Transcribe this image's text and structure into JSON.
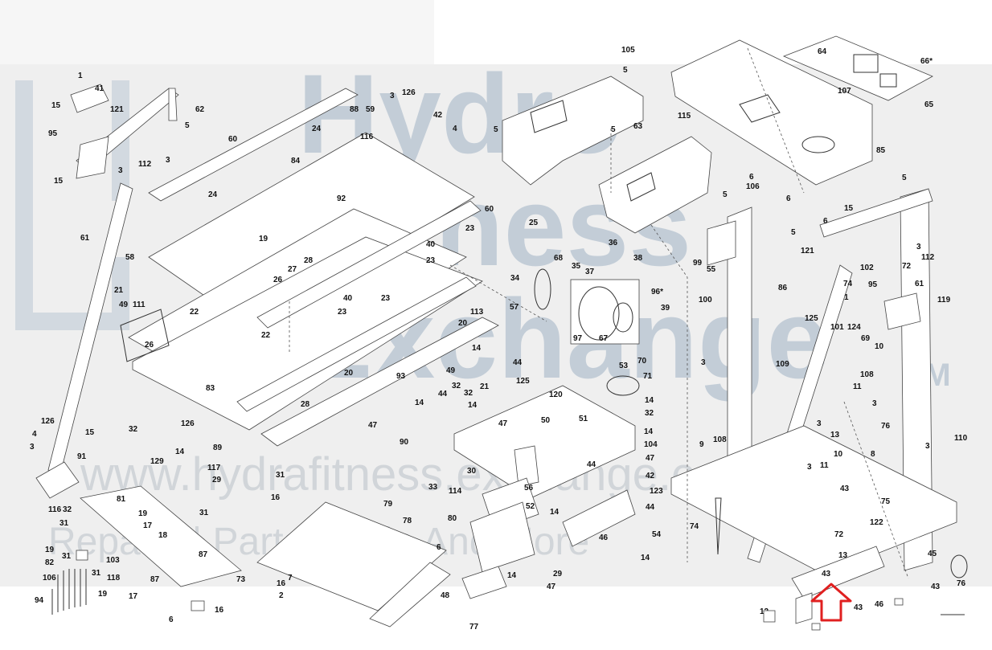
{
  "watermark": {
    "brand_line1": "Hydro",
    "brand_line2": "Fitness",
    "brand_line3": "Exchange",
    "trademark": "TM",
    "url": "www.hydrafitness.exchange.com",
    "tagline": "Repairs | Parts | Help And More"
  },
  "callout_arrow_color": "#e02020",
  "part_labels": [
    {
      "id": "p1a",
      "text": "1"
    },
    {
      "id": "p15a",
      "text": "15"
    },
    {
      "id": "p41",
      "text": "41"
    },
    {
      "id": "p121a",
      "text": "121"
    },
    {
      "id": "p62",
      "text": "62"
    },
    {
      "id": "p5a",
      "text": "5"
    },
    {
      "id": "p95a",
      "text": "95"
    },
    {
      "id": "p15b",
      "text": "15"
    },
    {
      "id": "p112a",
      "text": "112"
    },
    {
      "id": "p3a",
      "text": "3"
    },
    {
      "id": "p3b",
      "text": "3"
    },
    {
      "id": "p60a",
      "text": "60"
    },
    {
      "id": "p84",
      "text": "84"
    },
    {
      "id": "p24a",
      "text": "24"
    },
    {
      "id": "p24b",
      "text": "24"
    },
    {
      "id": "p88",
      "text": "88"
    },
    {
      "id": "p59",
      "text": "59"
    },
    {
      "id": "p116a",
      "text": "116"
    },
    {
      "id": "p3c",
      "text": "3"
    },
    {
      "id": "p126a",
      "text": "126"
    },
    {
      "id": "p42a",
      "text": "42"
    },
    {
      "id": "p4a",
      "text": "4"
    },
    {
      "id": "p105",
      "text": "105"
    },
    {
      "id": "p5b",
      "text": "5"
    },
    {
      "id": "p5c",
      "text": "5"
    },
    {
      "id": "p5d",
      "text": "5"
    },
    {
      "id": "p63",
      "text": "63"
    },
    {
      "id": "p115",
      "text": "115"
    },
    {
      "id": "p64",
      "text": "64"
    },
    {
      "id": "p107",
      "text": "107"
    },
    {
      "id": "p66",
      "text": "66*"
    },
    {
      "id": "p65",
      "text": "65"
    },
    {
      "id": "p85",
      "text": "85"
    },
    {
      "id": "p6a",
      "text": "6"
    },
    {
      "id": "p106a",
      "text": "106"
    },
    {
      "id": "p6b",
      "text": "6"
    },
    {
      "id": "p6c",
      "text": "6"
    },
    {
      "id": "p5e",
      "text": "5"
    },
    {
      "id": "p92",
      "text": "92"
    },
    {
      "id": "p60b",
      "text": "60"
    },
    {
      "id": "p25",
      "text": "25"
    },
    {
      "id": "p23a",
      "text": "23"
    },
    {
      "id": "p40a",
      "text": "40"
    },
    {
      "id": "p23b",
      "text": "23"
    },
    {
      "id": "p68",
      "text": "68"
    },
    {
      "id": "p35",
      "text": "35"
    },
    {
      "id": "p36",
      "text": "36"
    },
    {
      "id": "p37",
      "text": "37"
    },
    {
      "id": "p38",
      "text": "38"
    },
    {
      "id": "p96",
      "text": "96*"
    },
    {
      "id": "p39",
      "text": "39"
    },
    {
      "id": "p97",
      "text": "97"
    },
    {
      "id": "p67",
      "text": "67"
    },
    {
      "id": "p19a",
      "text": "19"
    },
    {
      "id": "p28a",
      "text": "28"
    },
    {
      "id": "p27",
      "text": "27"
    },
    {
      "id": "p26",
      "text": "26"
    },
    {
      "id": "p58",
      "text": "58"
    },
    {
      "id": "p61a",
      "text": "61"
    },
    {
      "id": "p21a",
      "text": "21"
    },
    {
      "id": "p49a",
      "text": "49"
    },
    {
      "id": "p111",
      "text": "111"
    },
    {
      "id": "p22a",
      "text": "22"
    },
    {
      "id": "p40b",
      "text": "40"
    },
    {
      "id": "p23c",
      "text": "23"
    },
    {
      "id": "p23d",
      "text": "23"
    },
    {
      "id": "p34",
      "text": "34"
    },
    {
      "id": "p113",
      "text": "113"
    },
    {
      "id": "p57",
      "text": "57"
    },
    {
      "id": "p20a",
      "text": "20"
    },
    {
      "id": "p26b",
      "text": "26"
    },
    {
      "id": "p22b",
      "text": "22"
    },
    {
      "id": "p20b",
      "text": "20"
    },
    {
      "id": "p83",
      "text": "83"
    },
    {
      "id": "p93",
      "text": "93"
    },
    {
      "id": "p14a",
      "text": "14"
    },
    {
      "id": "p44a",
      "text": "44"
    },
    {
      "id": "p49b",
      "text": "49"
    },
    {
      "id": "p21b",
      "text": "21"
    },
    {
      "id": "p125a",
      "text": "125"
    },
    {
      "id": "p53",
      "text": "53"
    },
    {
      "id": "p70",
      "text": "70"
    },
    {
      "id": "p71",
      "text": "71"
    },
    {
      "id": "p28b",
      "text": "28"
    },
    {
      "id": "p44b",
      "text": "44"
    },
    {
      "id": "p32a",
      "text": "32"
    },
    {
      "id": "p32b",
      "text": "32"
    },
    {
      "id": "p14b",
      "text": "14"
    },
    {
      "id": "p14c",
      "text": "14"
    },
    {
      "id": "p120",
      "text": "120"
    },
    {
      "id": "p14d",
      "text": "14"
    },
    {
      "id": "p32c",
      "text": "32"
    },
    {
      "id": "p47a",
      "text": "47"
    },
    {
      "id": "p47b",
      "text": "47"
    },
    {
      "id": "p50",
      "text": "50"
    },
    {
      "id": "p51",
      "text": "51"
    },
    {
      "id": "p14e",
      "text": "14"
    },
    {
      "id": "p104",
      "text": "104"
    },
    {
      "id": "p32d",
      "text": "32"
    },
    {
      "id": "p126b",
      "text": "126"
    },
    {
      "id": "p126c",
      "text": "126"
    },
    {
      "id": "p15c",
      "text": "15"
    },
    {
      "id": "p4b",
      "text": "4"
    },
    {
      "id": "p3d",
      "text": "3"
    },
    {
      "id": "p91",
      "text": "91"
    },
    {
      "id": "p90",
      "text": "90"
    },
    {
      "id": "p14f",
      "text": "14"
    },
    {
      "id": "p89",
      "text": "89"
    },
    {
      "id": "p129",
      "text": "129"
    },
    {
      "id": "p117",
      "text": "117"
    },
    {
      "id": "p29a",
      "text": "29"
    },
    {
      "id": "p33",
      "text": "33"
    },
    {
      "id": "p30",
      "text": "30"
    },
    {
      "id": "p114",
      "text": "114"
    },
    {
      "id": "p44c",
      "text": "44"
    },
    {
      "id": "p47c",
      "text": "47"
    },
    {
      "id": "p42b",
      "text": "42"
    },
    {
      "id": "p116b",
      "text": "116"
    },
    {
      "id": "p32e",
      "text": "32"
    },
    {
      "id": "p31a",
      "text": "31"
    },
    {
      "id": "p81",
      "text": "81"
    },
    {
      "id": "p31b",
      "text": "31"
    },
    {
      "id": "p19b",
      "text": "19"
    },
    {
      "id": "p31c",
      "text": "31"
    },
    {
      "id": "p17a",
      "text": "17"
    },
    {
      "id": "p18",
      "text": "18"
    },
    {
      "id": "p19c",
      "text": "19"
    },
    {
      "id": "p82",
      "text": "82"
    },
    {
      "id": "p31d",
      "text": "31"
    },
    {
      "id": "p103",
      "text": "103"
    },
    {
      "id": "p87a",
      "text": "87"
    },
    {
      "id": "p106b",
      "text": "106"
    },
    {
      "id": "p31e",
      "text": "31"
    },
    {
      "id": "p118",
      "text": "118"
    },
    {
      "id": "p73",
      "text": "73"
    },
    {
      "id": "p94",
      "text": "94"
    },
    {
      "id": "p19d",
      "text": "19"
    },
    {
      "id": "p17b",
      "text": "17"
    },
    {
      "id": "p87b",
      "text": "87"
    },
    {
      "id": "p6d",
      "text": "6"
    },
    {
      "id": "p16a",
      "text": "16"
    },
    {
      "id": "p16b",
      "text": "16"
    },
    {
      "id": "p79",
      "text": "79"
    },
    {
      "id": "p78",
      "text": "78"
    },
    {
      "id": "p56",
      "text": "56"
    },
    {
      "id": "p52",
      "text": "52"
    },
    {
      "id": "p80",
      "text": "80"
    },
    {
      "id": "p14g",
      "text": "14"
    },
    {
      "id": "p7",
      "text": "7"
    },
    {
      "id": "p16c",
      "text": "16"
    },
    {
      "id": "p2",
      "text": "2"
    },
    {
      "id": "p6e",
      "text": "6"
    },
    {
      "id": "p14h",
      "text": "14"
    },
    {
      "id": "p48",
      "text": "48"
    },
    {
      "id": "p77",
      "text": "77"
    },
    {
      "id": "p29b",
      "text": "29"
    },
    {
      "id": "p47d",
      "text": "47"
    },
    {
      "id": "p46a",
      "text": "46"
    },
    {
      "id": "p14i",
      "text": "14"
    },
    {
      "id": "p44d",
      "text": "44"
    },
    {
      "id": "p123",
      "text": "123"
    },
    {
      "id": "p54",
      "text": "54"
    },
    {
      "id": "p5f",
      "text": "5"
    },
    {
      "id": "p55",
      "text": "55"
    },
    {
      "id": "p99",
      "text": "99"
    },
    {
      "id": "p86",
      "text": "86"
    },
    {
      "id": "p100",
      "text": "100"
    },
    {
      "id": "p3e",
      "text": "3"
    },
    {
      "id": "p5g",
      "text": "5"
    },
    {
      "id": "p15d",
      "text": "15"
    },
    {
      "id": "p3f",
      "text": "3"
    },
    {
      "id": "p112b",
      "text": "112"
    },
    {
      "id": "p121b",
      "text": "121"
    },
    {
      "id": "p72a",
      "text": "72"
    },
    {
      "id": "p74a",
      "text": "74"
    },
    {
      "id": "p102",
      "text": "102"
    },
    {
      "id": "p95b",
      "text": "95"
    },
    {
      "id": "p61b",
      "text": "61"
    },
    {
      "id": "p1b",
      "text": "1"
    },
    {
      "id": "p125b",
      "text": "125"
    },
    {
      "id": "p119",
      "text": "119"
    },
    {
      "id": "p101",
      "text": "101"
    },
    {
      "id": "p124",
      "text": "124"
    },
    {
      "id": "p69",
      "text": "69"
    },
    {
      "id": "p10a",
      "text": "10"
    },
    {
      "id": "p108a",
      "text": "108"
    },
    {
      "id": "p109",
      "text": "109"
    },
    {
      "id": "p11a",
      "text": "11"
    },
    {
      "id": "p3g",
      "text": "3"
    },
    {
      "id": "p3h",
      "text": "3"
    },
    {
      "id": "p76a",
      "text": "76"
    },
    {
      "id": "p13a",
      "text": "13"
    },
    {
      "id": "p9",
      "text": "9"
    },
    {
      "id": "p108b",
      "text": "108"
    },
    {
      "id": "p3i",
      "text": "3"
    },
    {
      "id": "p11b",
      "text": "11"
    },
    {
      "id": "p10b",
      "text": "10"
    },
    {
      "id": "p3j",
      "text": "3"
    },
    {
      "id": "p110",
      "text": "110"
    },
    {
      "id": "p8",
      "text": "8"
    },
    {
      "id": "p43a",
      "text": "43"
    },
    {
      "id": "p75",
      "text": "75"
    },
    {
      "id": "p122",
      "text": "122"
    },
    {
      "id": "p74b",
      "text": "74"
    },
    {
      "id": "p72b",
      "text": "72"
    },
    {
      "id": "p13b",
      "text": "13"
    },
    {
      "id": "p43b",
      "text": "43"
    },
    {
      "id": "p45",
      "text": "45"
    },
    {
      "id": "p43c",
      "text": "43"
    },
    {
      "id": "p76b",
      "text": "76"
    },
    {
      "id": "p46b",
      "text": "46"
    },
    {
      "id": "p43d",
      "text": "43"
    },
    {
      "id": "p12",
      "text": "12"
    }
  ]
}
